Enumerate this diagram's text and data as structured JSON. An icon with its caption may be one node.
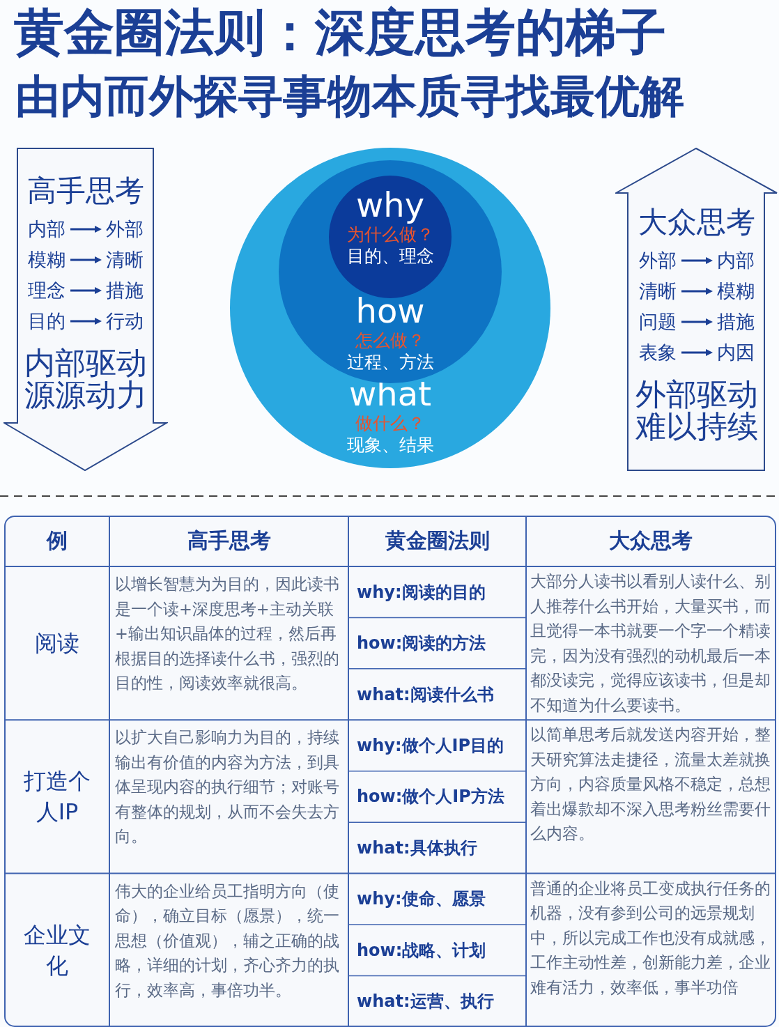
{
  "diagram": {
    "title": "黄金圈法则：深度思考的梯子",
    "nodes": [
      {
        "text": [
          "高手思考",
          "内部",
          "外部",
          "模糊",
          "清晰",
          "理念",
          "措施",
          "目的",
          "行动",
          "内部驱动源源动力"
        ]
      },
      {
        "text": [
          "what",
          "做什么？",
          "现象、结果"
        ]
      },
      {
        "text": [
          "how",
          "怎么做？",
          "过程、方法"
        ],
        "in": 1
      },
      {
        "text": [
          "why",
          "为什么做？",
          "目的、理念"
        ],
        "in": 2
      },
      {
        "text": [
          "大众思考",
          "外部",
          "内部",
          "清晰",
          "模糊",
          "问题",
          "措施",
          "表象",
          "内因",
          "外部驱动难以持续"
        ]
      }
    ],
    "edges": [],
    "labels": [
      "由内而外探寻事物本质寻找最优解",
      "例",
      "高手思考",
      "黄金圈法则",
      "大众思考",
      "阅读",
      "以增长智慧为为目的，因此读书是一个读+深度思考+主动关联+输出知识晶体的过程，然后再根据目的选择读什么书，强烈的目的性，阅读效率就很高。",
      "why:阅读的目的",
      "how:阅读的方法",
      "what:阅读什么书",
      "大部分人读书以看别人读什么、别人推荐什么书开始，大量买书，而且觉得一本书就要一个字一个精读完，因为没有强烈的动机最后一本都没读完，觉得应该读书，但是却不知道为什么要读书。",
      "打造个人IP",
      "以扩大自己影响力为目的，持续输出有价值的内容为方法，到具体呈现内容的执行细节；对账号有整体的规划，从而不会失去方向。",
      "why:做个人IP目的",
      "how:做个人IP方法",
      "what:具体执行",
      "以简单思考后就发送内容开始，整天研究算法走捷径，流量太差就换方向，内容质量风格不稳定，总想着出爆款却不深入思考粉丝需要什么内容。",
      "企业文化",
      "伟大的企业给员工指明方向（使命），确立目标（愿景），统一思想（价值观），辅之正确的战略，详细的计划，齐心齐力的执行，效率高，事倍功半。",
      "why:使命、愿景",
      "how:战略、计划",
      "what:运营、执行",
      "普通的企业将员工变成执行任务的机器，没有参到公司的远景规划中，所以完成工作也没有成就感，工作主动性差，创新能力差，企业难有活力，效率低，事半功倍"
    ]
  }
}
